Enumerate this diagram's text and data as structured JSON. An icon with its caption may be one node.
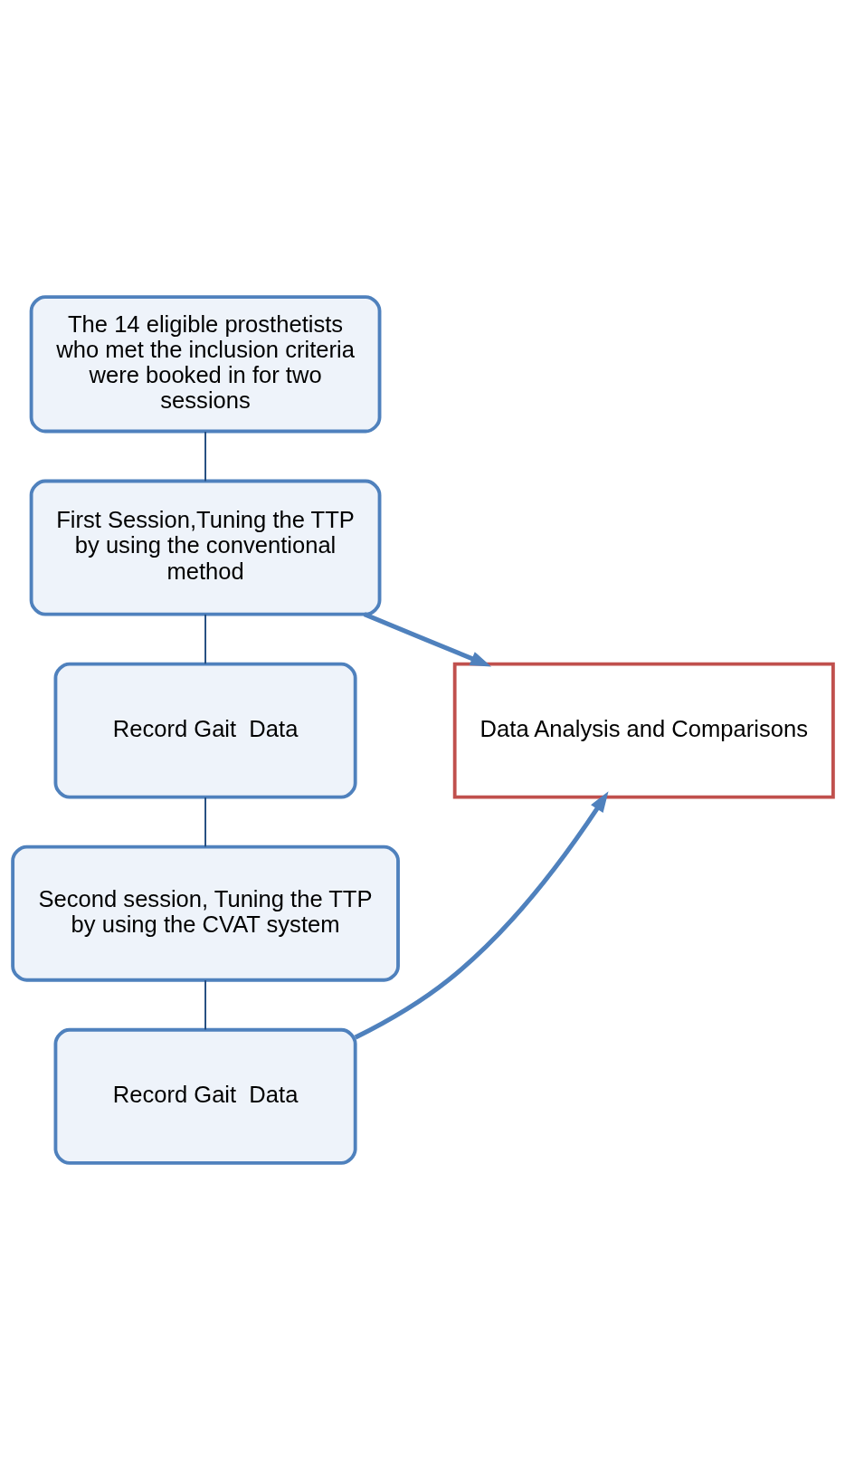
{
  "diagram": {
    "nodes": [
      {
        "text": [
          "The 14 eligible prosthetists who met the inclusion criteria were booked in for two sessions"
        ]
      },
      {
        "text": [
          "First Session,Tuning the TTP by using the conventional method"
        ]
      },
      {
        "text": [
          "Record Gait  Data"
        ]
      },
      {
        "text": [
          "Second session, Tuning the TTP by using the CVAT system"
        ]
      },
      {
        "text": [
          "Record Gait  Data"
        ]
      },
      {
        "text": [
          "Data Analysis and Comparisons"
        ]
      }
    ],
    "edges": [
      {
        "from": 0,
        "to": 1,
        "arrow": "none"
      },
      {
        "from": 1,
        "to": 2,
        "arrow": "none"
      },
      {
        "from": 2,
        "to": 3,
        "arrow": "none"
      },
      {
        "from": 3,
        "to": 4,
        "arrow": "none"
      },
      {
        "from": 1,
        "to": 5,
        "arrow": "to",
        "style": "thick",
        "color": "#4f81bd"
      },
      {
        "from": 4,
        "to": 5,
        "arrow": "to",
        "style": "thick",
        "color": "#4f81bd"
      }
    ]
  }
}
